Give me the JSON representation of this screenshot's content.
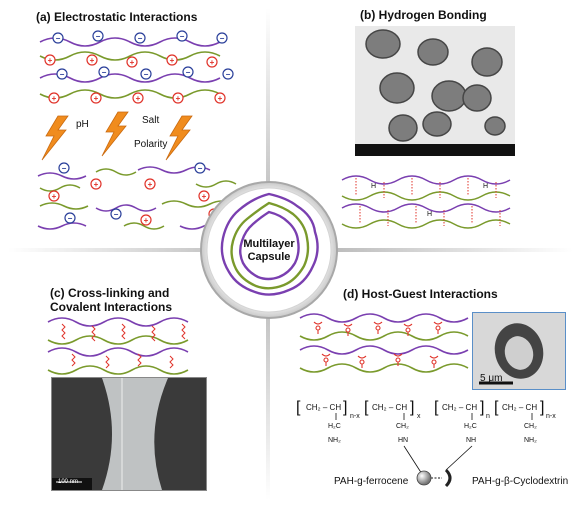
{
  "panels": {
    "a": {
      "title": "(a) Electrostatic Interactions",
      "stimuli": [
        "pH",
        "Salt",
        "Polarity"
      ]
    },
    "b": {
      "title": "(b) Hydrogen Bonding",
      "bond_label": "H"
    },
    "c": {
      "title_line1": "(c) Cross-linking and",
      "title_line2": "Covalent Interactions",
      "scale_bar": "100 nm"
    },
    "d": {
      "title": "(d) Host-Guest Interactions",
      "scale_bar": "5 μm",
      "left_polymer": "PAH-g-ferrocene",
      "right_polymer": "PAH-g-β-Cyclodextrin"
    }
  },
  "center": {
    "line1": "Multilayer",
    "line2": "Capsule"
  },
  "colors": {
    "purple": "#7a3fb0",
    "green": "#7a9a2c",
    "red": "#e0332a",
    "blue": "#2a3f9a",
    "orange": "#f08c1e",
    "divider": "#b8b8b8"
  }
}
